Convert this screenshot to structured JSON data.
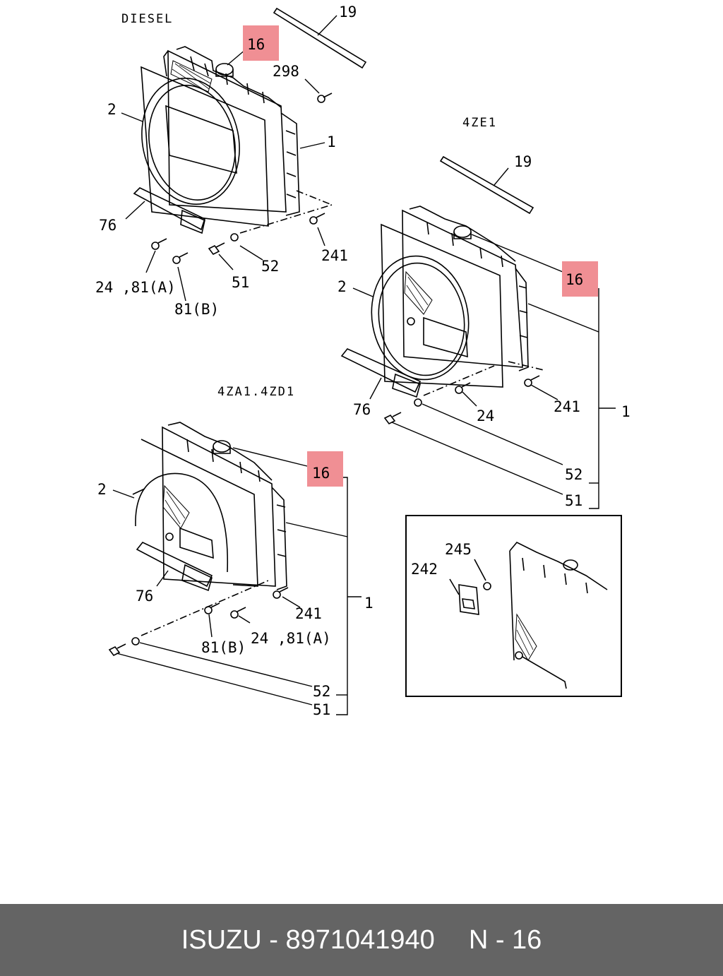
{
  "sections": {
    "diesel": "DIESEL",
    "engine_4ze1": "4ZE1",
    "engine_4za1_4zd1": "4ZA1.4ZD1"
  },
  "callouts": {
    "p19": "19",
    "p16": "16",
    "p298": "298",
    "p2": "2",
    "p1": "1",
    "p76": "76",
    "p241": "241",
    "p52": "52",
    "p51": "51",
    "p24_81a": "24 ,81(A)",
    "p81b": "81(B)",
    "p24": "24",
    "p245": "245",
    "p242": "242"
  },
  "highlight_color": "#f08f94",
  "footer": {
    "brand": "ISUZU",
    "separator": " - ",
    "part_number": "8971041940",
    "page_ref": "N - 16"
  }
}
